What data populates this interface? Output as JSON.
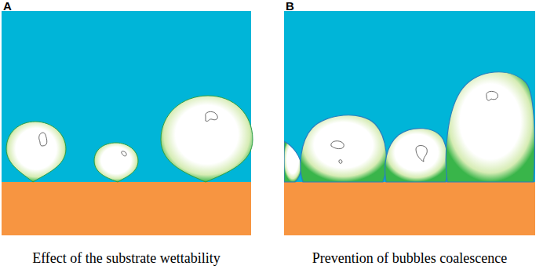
{
  "diagram": {
    "labels": [
      "A",
      "B",
      "Effect of the substrate wettability",
      "Prevention of bubbles coalescence"
    ]
  }
}
